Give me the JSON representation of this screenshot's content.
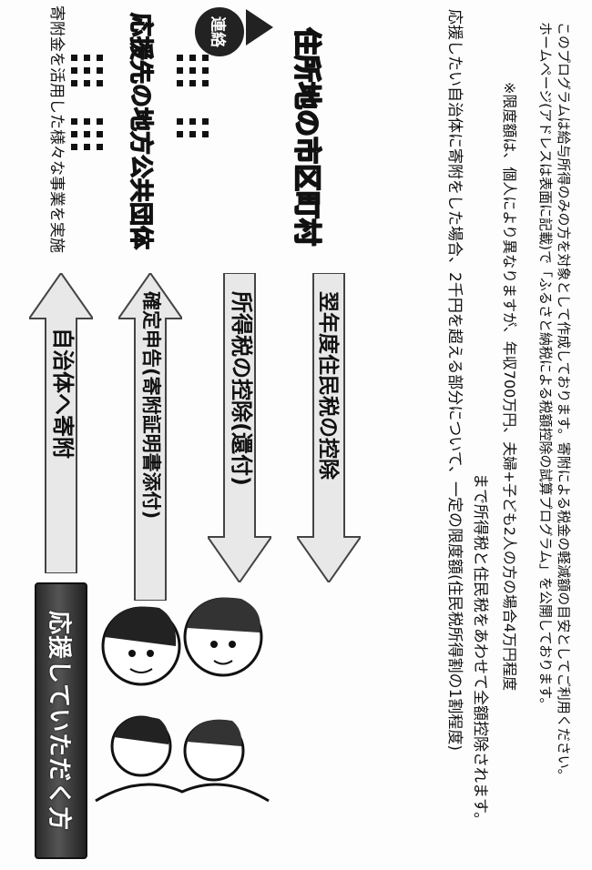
{
  "banner": {
    "title": "応援していただく方"
  },
  "flow": {
    "step1": "自治体へ寄附",
    "step2": "確定申告(寄附証明書添付)",
    "step3": "所得税の控除(還付)",
    "step4": "翌年度住民税の控除"
  },
  "right": {
    "donation_use": "寄附金を活用した様々な事業を実施",
    "local_gov": "応援先の地方公共団体",
    "residence_gov": "住所地の市区町村",
    "connect_badge": "連絡"
  },
  "body": {
    "para1_line1": "応援したい自治体に寄附をした場合、2千円を超える部分について、一定の限度額(住民税所得割の1割程度)",
    "para1_line2": "まで所得税と住民税をあわせて全額控除されます。",
    "note": "※限度額は、個人により異なりますが、年収700万円、夫婦+子ども2人の方の場合4万円程度",
    "para2_line1": "ホームページ(アドレスは表面に記載)で「ふるさと納税による税額控除の試算プログラム」を公開しております。",
    "para2_line2": "このプログラムは給与所得のみの方を対象として作成しております。寄附による税金の軽減額の目安としてご利用ください。"
  },
  "icons": {
    "arrow_up": "arrow-up-icon",
    "arrow_down": "arrow-down-icon",
    "people": "people-icon",
    "family": "family-illustration"
  },
  "colors": {
    "ink": "#111111",
    "paper": "#fdfdfd",
    "dark": "#222222"
  }
}
